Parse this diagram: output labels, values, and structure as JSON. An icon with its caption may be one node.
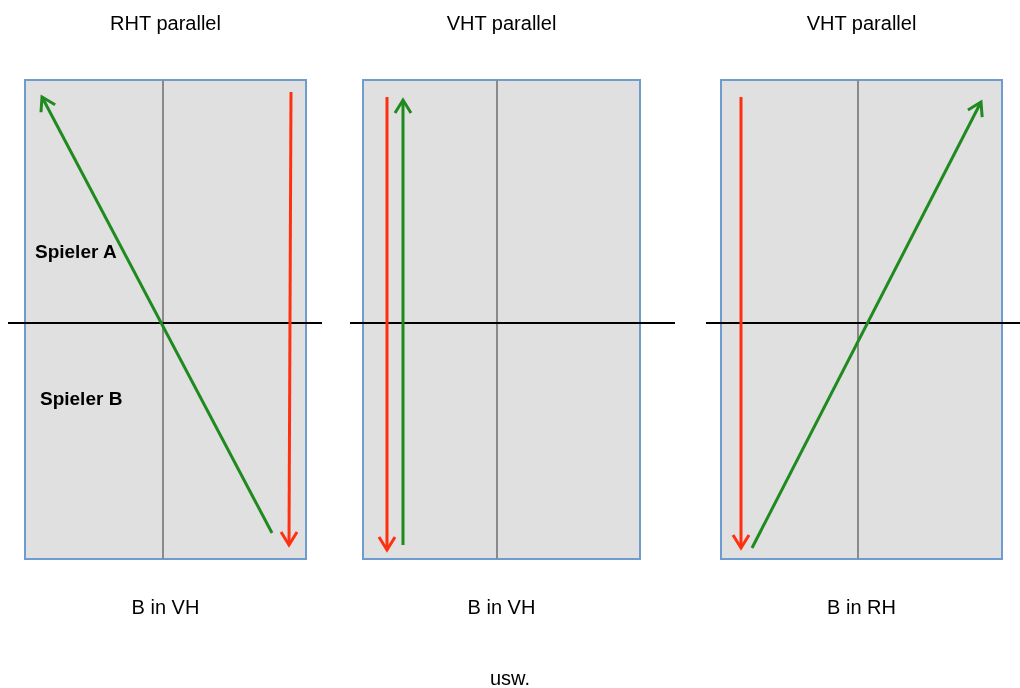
{
  "diagram": {
    "nodes": [
      {
        "text": [
          "RHT parallel"
        ],
        "beside": [
          "B in VH"
        ]
      },
      {
        "text": [
          "VHT parallel"
        ],
        "beside": [
          "B in VH"
        ]
      },
      {
        "text": [
          "VHT parallel"
        ],
        "beside": [
          "B in RH"
        ]
      }
    ],
    "labels": [
      "Spieler A",
      "Spieler B",
      "usw."
    ]
  }
}
